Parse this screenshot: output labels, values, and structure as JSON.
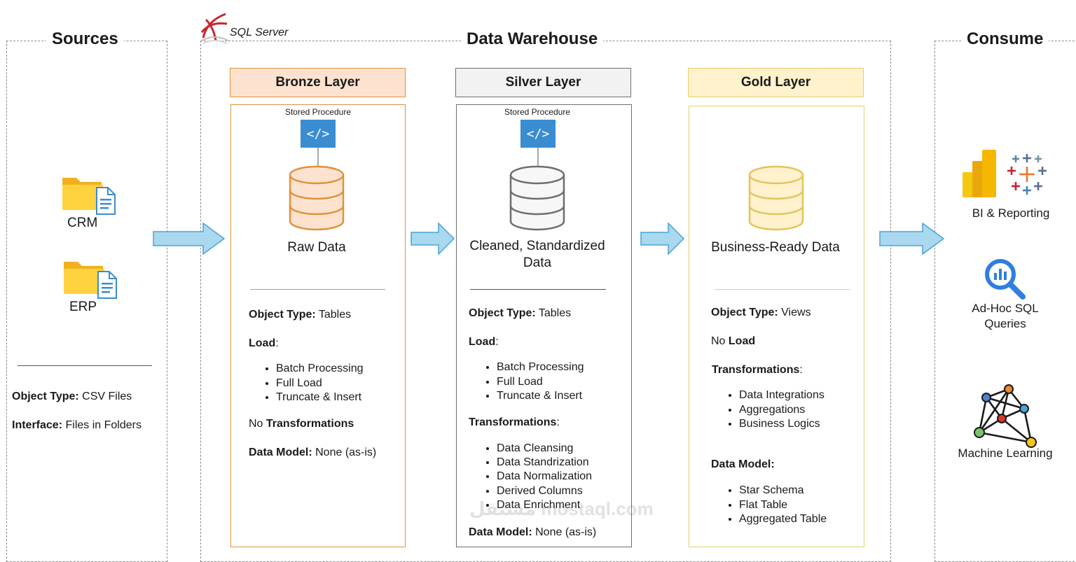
{
  "sections": {
    "sources": "Sources",
    "warehouse": "Data Warehouse",
    "consume": "Consume"
  },
  "sql_server_label": "SQL Server",
  "sources": {
    "items": [
      {
        "label": "CRM",
        "icon": "folder-document-icon"
      },
      {
        "label": "ERP",
        "icon": "folder-document-icon"
      }
    ],
    "object_type_label": "Object Type:",
    "object_type_value": "CSV Files",
    "interface_label": "Interface:",
    "interface_value": "Files in Folders"
  },
  "bronze": {
    "title": "Bronze Layer",
    "color_header": "#fde3cf",
    "color_border": "#e0913c",
    "stored_procedure": "Stored Procedure",
    "data_label": "Raw Data",
    "object_type_label": "Object Type:",
    "object_type_value": "Tables",
    "load_label": "Load",
    "load_items": [
      "Batch Processing",
      "Full Load",
      "Truncate & Insert"
    ],
    "transform_prefix": "No",
    "transform_label": "Transformations",
    "model_label": "Data Model:",
    "model_value": "None (as-is)"
  },
  "silver": {
    "title": "Silver Layer",
    "color_header": "#f2f2f2",
    "color_border": "#6e6e6e",
    "stored_procedure": "Stored Procedure",
    "data_label": "Cleaned, Standardized Data",
    "object_type_label": "Object Type:",
    "object_type_value": "Tables",
    "load_label": "Load",
    "load_items": [
      "Batch Processing",
      "Full Load",
      "Truncate & Insert"
    ],
    "transform_label": "Transformations",
    "transform_items": [
      "Data Cleansing",
      "Data Standrization",
      "Data Normalization",
      "Derived Columns",
      "Data Enrichment"
    ],
    "model_label": "Data Model:",
    "model_value": "None (as-is)"
  },
  "gold": {
    "title": "Gold Layer",
    "color_header": "#fff2cc",
    "color_border": "#e6cf6c",
    "data_label": "Business-Ready Data",
    "object_type_label": "Object Type:",
    "object_type_value": "Views",
    "load_prefix": "No",
    "load_label": "Load",
    "transform_label": "Transformations",
    "transform_items": [
      "Data Integrations",
      "Aggregations",
      "Business Logics"
    ],
    "model_label": "Data Model:",
    "model_items": [
      "Star Schema",
      "Flat Table",
      "Aggregated Table"
    ]
  },
  "consume": {
    "items": [
      {
        "label": "BI & Reporting",
        "icon": "powerbi-tableau-icon"
      },
      {
        "label": "Ad-Hoc SQL Queries",
        "icon": "query-search-icon"
      },
      {
        "label": "Machine Learning",
        "icon": "network-graph-icon"
      }
    ]
  },
  "watermark": "مستقل mostaql.com"
}
